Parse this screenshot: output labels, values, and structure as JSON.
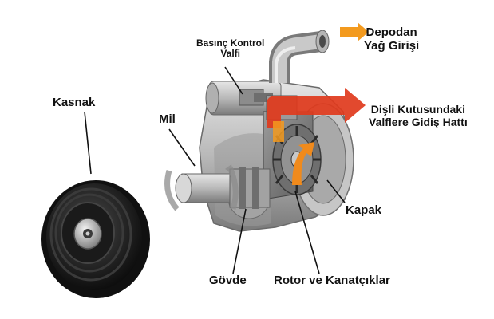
{
  "labels": {
    "pressure_valve": {
      "line1": "Basınç Kontrol",
      "line2": "Valfi"
    },
    "oil_inlet": {
      "line1": "Depodan",
      "line2": "Yağ Girişi"
    },
    "pulley": "Kasnak",
    "shaft": "Mil",
    "outlet": {
      "line1": "Dişli Kutusundaki",
      "line2": "Valflere Gidiş Hattı"
    },
    "cover": "Kapak",
    "housing": "Gövde",
    "rotor": "Rotor ve Kanatçıklar"
  },
  "colors": {
    "inlet_arrow": "#f39a1e",
    "outlet_arrow": "#e03a1c",
    "flow_arrow": "#f08a1c",
    "metal_light": "#d4d4d4",
    "metal_dark": "#7d7d7d",
    "pulley": "#1f1f1f"
  }
}
